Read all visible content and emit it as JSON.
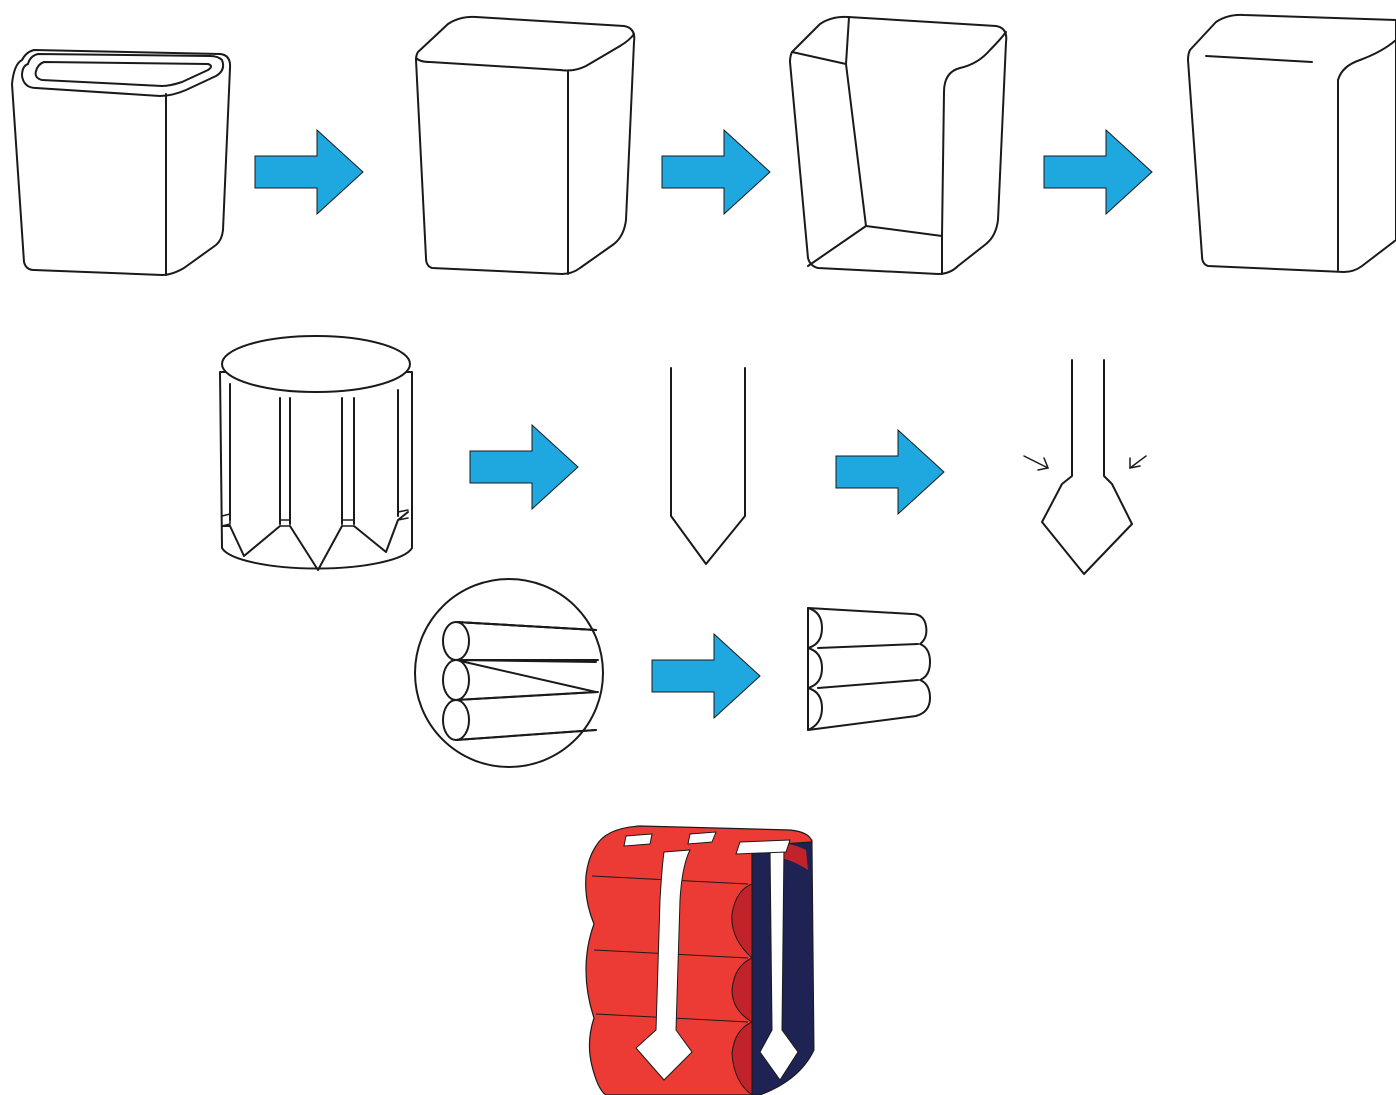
{
  "colors": {
    "arrow": "#1fa8e0",
    "outline": "#1a1a1a",
    "background": "#ffffff",
    "product_red": "#ec3b35",
    "product_dark_red": "#c2232a",
    "product_navy": "#1f2354",
    "product_white": "#ffffff"
  },
  "diagram": {
    "rows": [
      {
        "steps": [
          "rounded-box-with-rim",
          "rounded-box-plain",
          "box-open-front",
          "box-closed-with-top-line"
        ]
      },
      {
        "steps": [
          "cylinder-with-pointed-sleeves",
          "single-pointed-sleeve",
          "sleeve-with-diamond-tip"
        ]
      },
      {
        "steps": [
          "circle-magnified-rolls",
          "stacked-rolls"
        ]
      },
      {
        "steps": [
          "final-packaged-product"
        ]
      }
    ],
    "arrows": [
      "right-arrow"
    ]
  }
}
